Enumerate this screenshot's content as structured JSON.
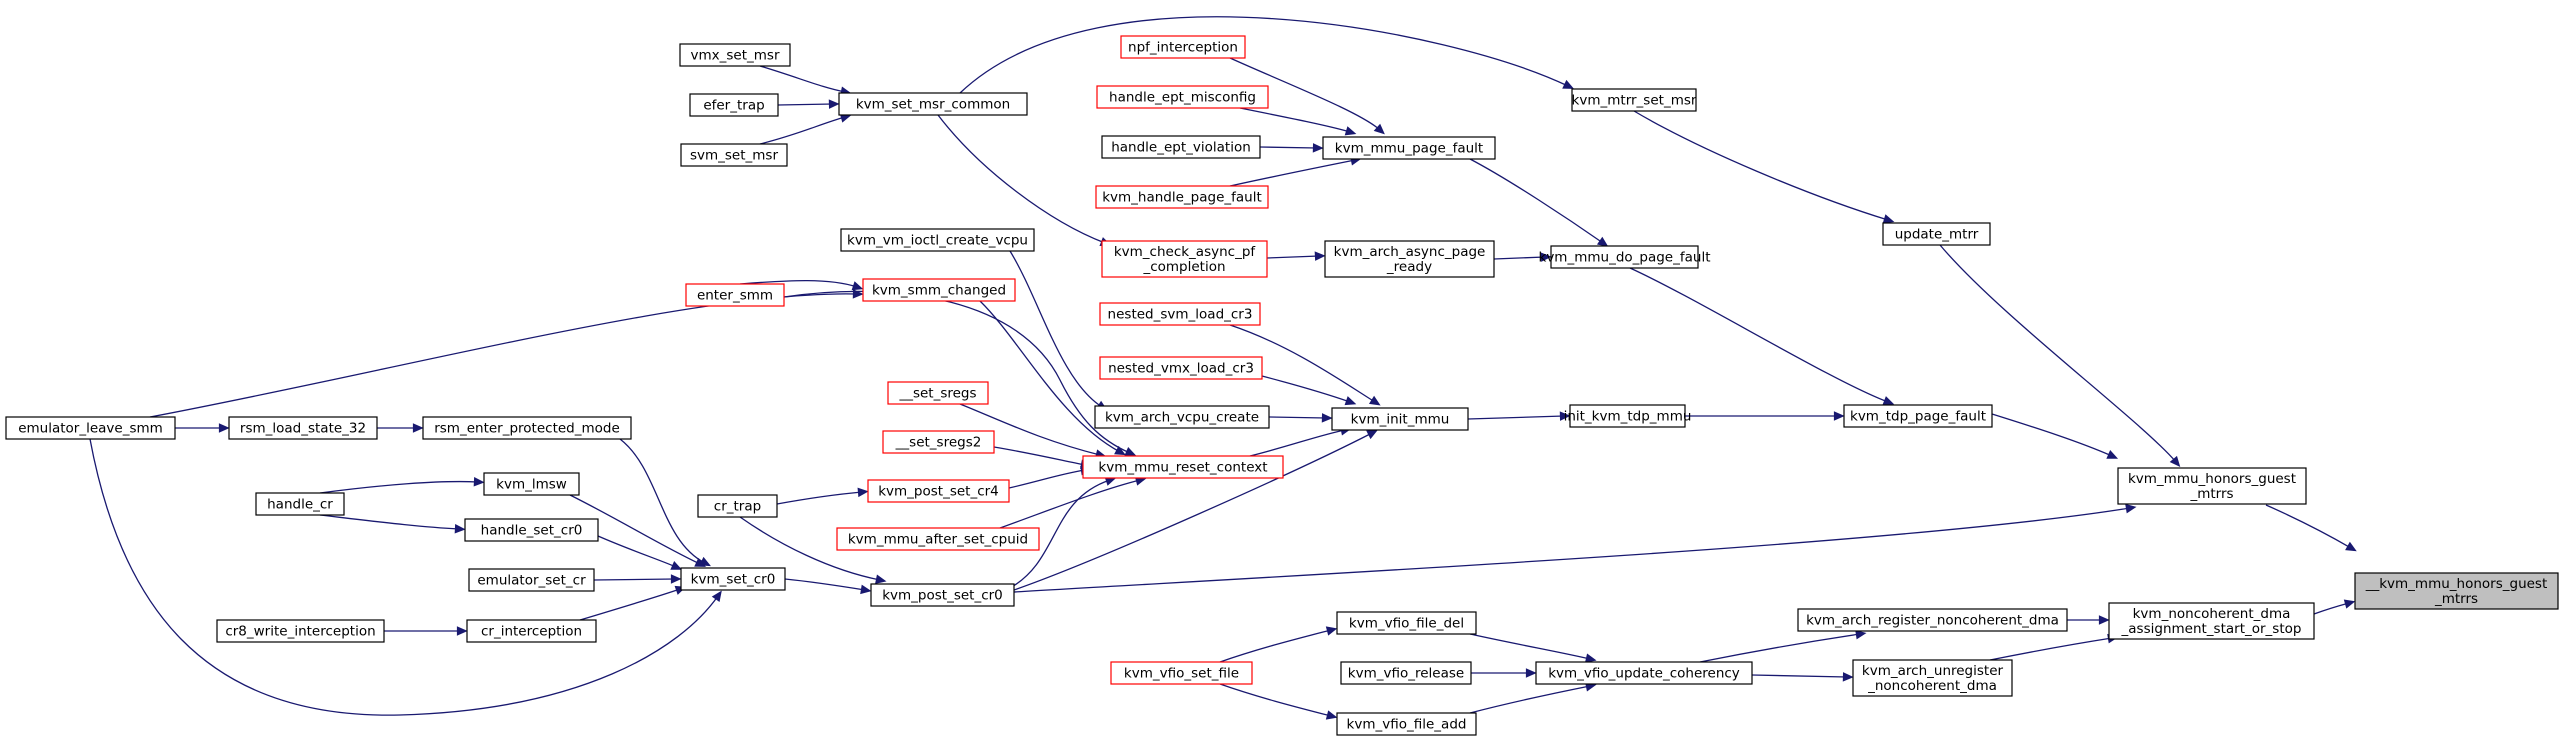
{
  "colors": {
    "edge": "#191970",
    "node_border": "#000000",
    "highlight_border": "#ff0000",
    "target_fill": "#bfbfbf"
  },
  "nodes": [
    {
      "id": "mhgm",
      "lines": [
        "__kvm_mmu_honors_guest",
        "_mtrrs"
      ],
      "style": "target"
    },
    {
      "id": "kmhgm",
      "lines": [
        "kvm_mmu_honors_guest",
        "_mtrrs"
      ],
      "style": "normal"
    },
    {
      "id": "knda",
      "lines": [
        "kvm_noncoherent_dma",
        "_assignment_start_or_stop"
      ],
      "style": "normal"
    },
    {
      "id": "update_mtrr",
      "lines": [
        "update_mtrr"
      ],
      "style": "normal"
    },
    {
      "id": "tdp_pf",
      "lines": [
        "kvm_tdp_page_fault"
      ],
      "style": "normal"
    },
    {
      "id": "mtrr_set_msr",
      "lines": [
        "kvm_mtrr_set_msr"
      ],
      "style": "normal"
    },
    {
      "id": "do_pf",
      "lines": [
        "kvm_mmu_do_page_fault"
      ],
      "style": "normal"
    },
    {
      "id": "init_tdp",
      "lines": [
        "init_kvm_tdp_mmu"
      ],
      "style": "normal"
    },
    {
      "id": "arch_async",
      "lines": [
        "kvm_arch_async_page",
        "_ready"
      ],
      "style": "normal"
    },
    {
      "id": "mmu_pf",
      "lines": [
        "kvm_mmu_page_fault"
      ],
      "style": "normal"
    },
    {
      "id": "init_mmu",
      "lines": [
        "kvm_init_mmu"
      ],
      "style": "normal"
    },
    {
      "id": "set_msr_common",
      "lines": [
        "kvm_set_msr_common"
      ],
      "style": "normal"
    },
    {
      "id": "check_async",
      "lines": [
        "kvm_check_async_pf",
        "_completion"
      ],
      "style": "hl"
    },
    {
      "id": "npf",
      "lines": [
        "npf_interception"
      ],
      "style": "hl"
    },
    {
      "id": "ept_misc",
      "lines": [
        "handle_ept_misconfig"
      ],
      "style": "hl"
    },
    {
      "id": "ept_viol",
      "lines": [
        "handle_ept_violation"
      ],
      "style": "normal"
    },
    {
      "id": "handle_pf",
      "lines": [
        "kvm_handle_page_fault"
      ],
      "style": "hl"
    },
    {
      "id": "vmx_msr",
      "lines": [
        "vmx_set_msr"
      ],
      "style": "normal"
    },
    {
      "id": "efer",
      "lines": [
        "efer_trap"
      ],
      "style": "normal"
    },
    {
      "id": "svm_msr",
      "lines": [
        "svm_set_msr"
      ],
      "style": "normal"
    },
    {
      "id": "nsvm_cr3",
      "lines": [
        "nested_svm_load_cr3"
      ],
      "style": "hl"
    },
    {
      "id": "nvmx_cr3",
      "lines": [
        "nested_vmx_load_cr3"
      ],
      "style": "hl"
    },
    {
      "id": "vcpu_create",
      "lines": [
        "kvm_arch_vcpu_create"
      ],
      "style": "normal"
    },
    {
      "id": "reset_ctx",
      "lines": [
        "kvm_mmu_reset_context"
      ],
      "style": "hl"
    },
    {
      "id": "post_cr0",
      "lines": [
        "kvm_post_set_cr0"
      ],
      "style": "normal"
    },
    {
      "id": "ioctl_vcpu",
      "lines": [
        "kvm_vm_ioctl_create_vcpu"
      ],
      "style": "normal"
    },
    {
      "id": "smm_changed",
      "lines": [
        "kvm_smm_changed"
      ],
      "style": "hl"
    },
    {
      "id": "enter_smm",
      "lines": [
        "enter_smm"
      ],
      "style": "hl"
    },
    {
      "id": "sregs",
      "lines": [
        "__set_sregs"
      ],
      "style": "hl"
    },
    {
      "id": "sregs2",
      "lines": [
        "__set_sregs2"
      ],
      "style": "hl"
    },
    {
      "id": "post_cr4",
      "lines": [
        "kvm_post_set_cr4"
      ],
      "style": "hl"
    },
    {
      "id": "after_cpuid",
      "lines": [
        "kvm_mmu_after_set_cpuid"
      ],
      "style": "hl"
    },
    {
      "id": "cr_trap",
      "lines": [
        "cr_trap"
      ],
      "style": "normal"
    },
    {
      "id": "set_cr0",
      "lines": [
        "kvm_set_cr0"
      ],
      "style": "normal"
    },
    {
      "id": "rsm_prot",
      "lines": [
        "rsm_enter_protected_mode"
      ],
      "style": "normal"
    },
    {
      "id": "rsm_32",
      "lines": [
        "rsm_load_state_32"
      ],
      "style": "normal"
    },
    {
      "id": "emu_leave",
      "lines": [
        "emulator_leave_smm"
      ],
      "style": "normal"
    },
    {
      "id": "lmsw",
      "lines": [
        "kvm_lmsw"
      ],
      "style": "normal"
    },
    {
      "id": "handle_cr0",
      "lines": [
        "handle_set_cr0"
      ],
      "style": "normal"
    },
    {
      "id": "emu_cr",
      "lines": [
        "emulator_set_cr"
      ],
      "style": "normal"
    },
    {
      "id": "cr_int",
      "lines": [
        "cr_interception"
      ],
      "style": "normal"
    },
    {
      "id": "handle_cr",
      "lines": [
        "handle_cr"
      ],
      "style": "normal"
    },
    {
      "id": "cr8",
      "lines": [
        "cr8_write_interception"
      ],
      "style": "normal"
    },
    {
      "id": "reg_dma",
      "lines": [
        "kvm_arch_register_noncoherent_dma"
      ],
      "style": "normal"
    },
    {
      "id": "unreg_dma",
      "lines": [
        "kvm_arch_unregister",
        "_noncoherent_dma"
      ],
      "style": "normal"
    },
    {
      "id": "vfio_coh",
      "lines": [
        "kvm_vfio_update_coherency"
      ],
      "style": "normal"
    },
    {
      "id": "vfio_del",
      "lines": [
        "kvm_vfio_file_del"
      ],
      "style": "normal"
    },
    {
      "id": "vfio_rel",
      "lines": [
        "kvm_vfio_release"
      ],
      "style": "normal"
    },
    {
      "id": "vfio_add",
      "lines": [
        "kvm_vfio_file_add"
      ],
      "style": "normal"
    },
    {
      "id": "vfio_set",
      "lines": [
        "kvm_vfio_set_file"
      ],
      "style": "hl"
    }
  ]
}
